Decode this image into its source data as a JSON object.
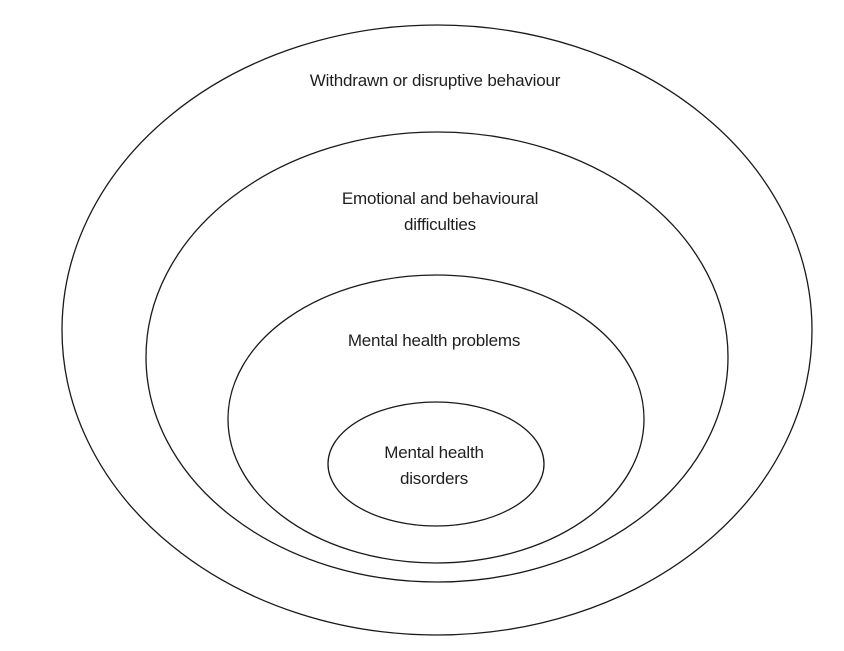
{
  "diagram": {
    "rings": {
      "outer": {
        "label": "Withdrawn or disruptive behaviour"
      },
      "second": {
        "label_line1": "Emotional and behavioural",
        "label_line2": "difficulties"
      },
      "third": {
        "label": "Mental health problems"
      },
      "inner": {
        "label_line1": "Mental health",
        "label_line2": "disorders"
      }
    },
    "colors": {
      "stroke": "#1a1a1a",
      "text": "#1f1f1f",
      "background": "#ffffff"
    }
  }
}
